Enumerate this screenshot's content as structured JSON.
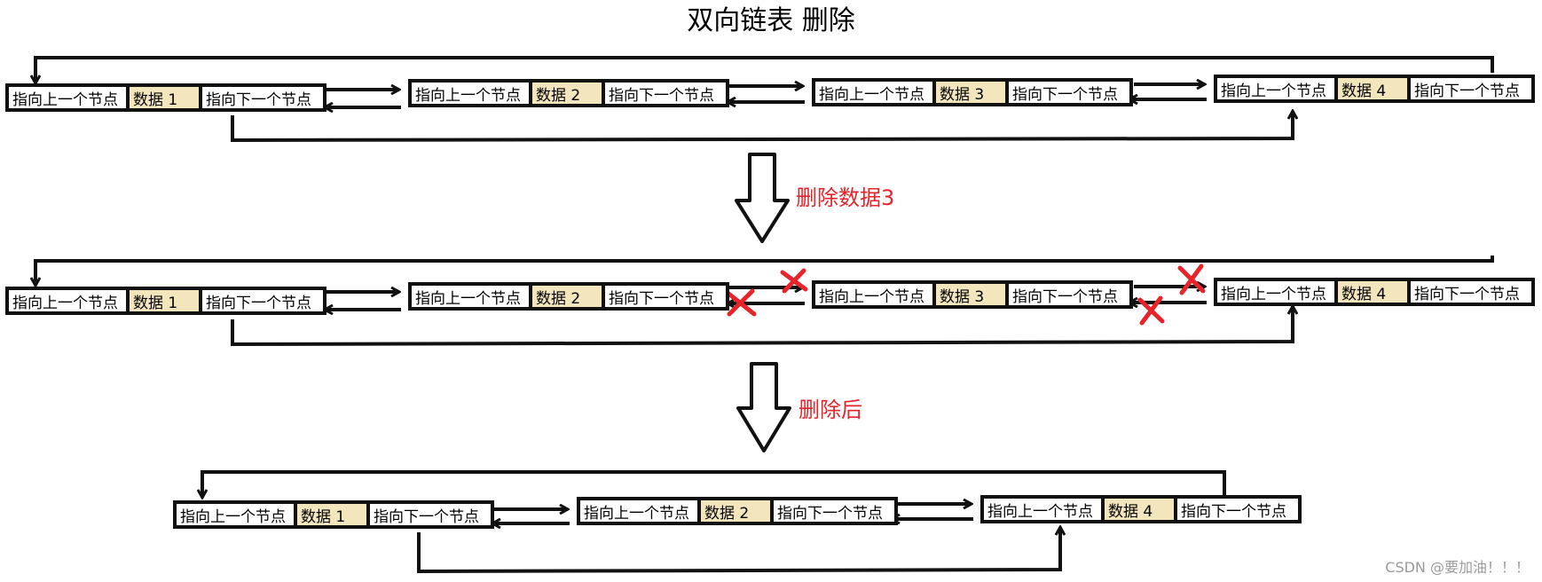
{
  "title": "双向链表 删除",
  "watermark": "CSDN @要加油！！！",
  "labels": {
    "prev": "指向上一个节点",
    "next": "指向下一个节点"
  },
  "steps": [
    {
      "label": "删除数据3"
    },
    {
      "label": "删除后"
    }
  ],
  "rows": [
    {
      "nodes": [
        {
          "data": "数据 1"
        },
        {
          "data": "数据 2"
        },
        {
          "data": "数据 3"
        },
        {
          "data": "数据 4"
        }
      ]
    },
    {
      "nodes": [
        {
          "data": "数据 1"
        },
        {
          "data": "数据 2"
        },
        {
          "data": "数据 3"
        },
        {
          "data": "数据 4"
        }
      ]
    },
    {
      "nodes": [
        {
          "data": "数据 1"
        },
        {
          "data": "数据 2"
        },
        {
          "data": "数据 4"
        }
      ]
    }
  ],
  "colors": {
    "data_cell": "#f3e6bd",
    "highlight": "#e8232a",
    "line": "#111111"
  }
}
